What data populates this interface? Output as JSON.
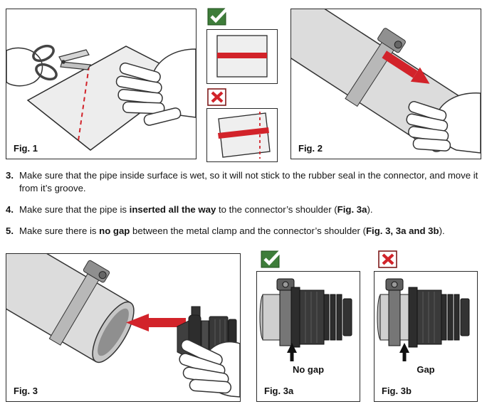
{
  "colors": {
    "accent_red": "#d2232a",
    "accent_green": "#3e7d3a",
    "pipe_gray": "#dcdcdc",
    "connector_dark": "#2d2d2d"
  },
  "icons": {
    "correct_mark": "check-icon",
    "incorrect_mark": "cross-icon"
  },
  "figures": {
    "fig1": {
      "label": "Fig. 1"
    },
    "fig2": {
      "label": "Fig. 2"
    },
    "fig3": {
      "label": "Fig. 3"
    },
    "fig3a": {
      "label": "Fig. 3a",
      "annotation": "No gap"
    },
    "fig3b": {
      "label": "Fig. 3b",
      "annotation": "Gap"
    }
  },
  "instructions": [
    {
      "number": "3.",
      "segments": [
        {
          "text": "Make sure that the pipe inside surface is wet, so it will not stick to the rubber seal in the connector, and move it from it’s groove.",
          "bold": false
        }
      ]
    },
    {
      "number": "4.",
      "segments": [
        {
          "text": "Make sure that the pipe is ",
          "bold": false
        },
        {
          "text": "inserted all the way",
          "bold": true
        },
        {
          "text": " to the connector’s shoulder (",
          "bold": false
        },
        {
          "text": "Fig. 3a",
          "bold": true
        },
        {
          "text": ").",
          "bold": false
        }
      ]
    },
    {
      "number": "5.",
      "segments": [
        {
          "text": "Make sure there is ",
          "bold": false
        },
        {
          "text": "no gap",
          "bold": true
        },
        {
          "text": " between the metal clamp and the connector’s shoulder (",
          "bold": false
        },
        {
          "text": "Fig. 3, 3a and 3b",
          "bold": true
        },
        {
          "text": ").",
          "bold": false
        }
      ]
    }
  ]
}
